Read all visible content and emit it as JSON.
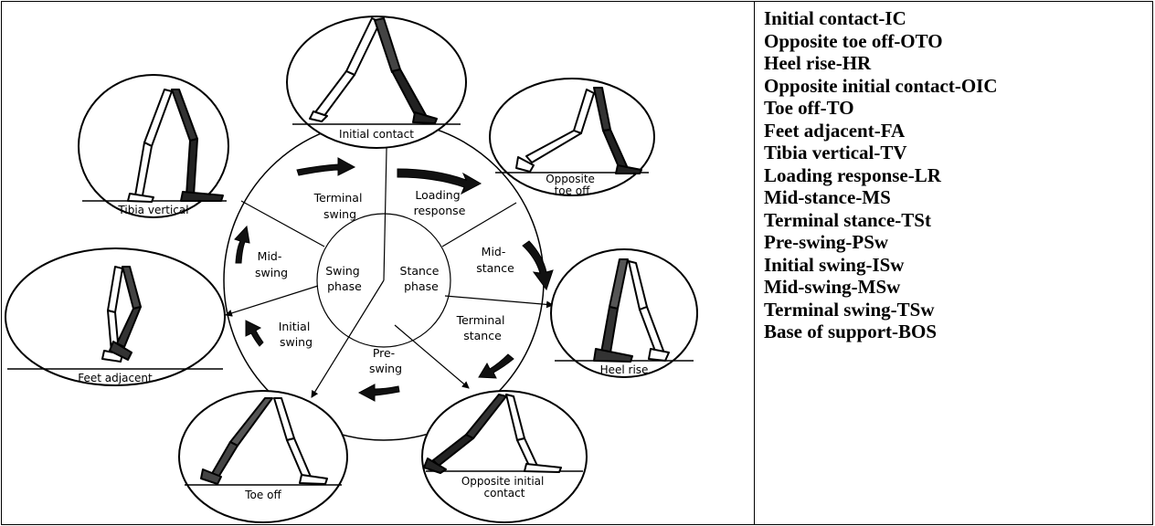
{
  "diagram": {
    "center": {
      "swing_label": [
        "Swing",
        "phase"
      ],
      "stance_label": [
        "Stance",
        "phase"
      ]
    },
    "phases": [
      {
        "id": "loading-response",
        "label": [
          "Loading",
          "response"
        ]
      },
      {
        "id": "mid-stance",
        "label": [
          "Mid-",
          "stance"
        ]
      },
      {
        "id": "terminal-stance",
        "label": [
          "Terminal",
          "stance"
        ]
      },
      {
        "id": "pre-swing",
        "label": [
          "Pre-",
          "swing"
        ]
      },
      {
        "id": "initial-swing",
        "label": [
          "Initial",
          "swing"
        ]
      },
      {
        "id": "mid-swing",
        "label": [
          "Mid-",
          "swing"
        ]
      },
      {
        "id": "terminal-swing",
        "label": [
          "Terminal",
          "swing"
        ]
      }
    ],
    "events": [
      {
        "id": "initial-contact",
        "label": [
          "Initial contact"
        ]
      },
      {
        "id": "opposite-toe-off",
        "label": [
          "Opposite",
          "toe off"
        ]
      },
      {
        "id": "heel-rise",
        "label": [
          "Heel rise"
        ]
      },
      {
        "id": "opposite-initial-contact",
        "label": [
          "Opposite initial",
          "contact"
        ]
      },
      {
        "id": "toe-off",
        "label": [
          "Toe off"
        ]
      },
      {
        "id": "feet-adjacent",
        "label": [
          "Feet adjacent"
        ]
      },
      {
        "id": "tibia-vertical",
        "label": [
          "Tibia vertical"
        ]
      }
    ]
  },
  "legend": [
    "Initial contact-IC",
    "Opposite toe off-OTO",
    "Heel rise-HR",
    "Opposite initial contact-OIC",
    "Toe off-TO",
    "Feet adjacent-FA",
    "Tibia vertical-TV",
    "Loading response-LR",
    "Mid-stance-MS",
    "Terminal stance-TSt",
    "Pre-swing-PSw",
    "Initial swing-ISw",
    "Mid-swing-MSw",
    "Terminal swing-TSw",
    "Base of support-BOS"
  ]
}
